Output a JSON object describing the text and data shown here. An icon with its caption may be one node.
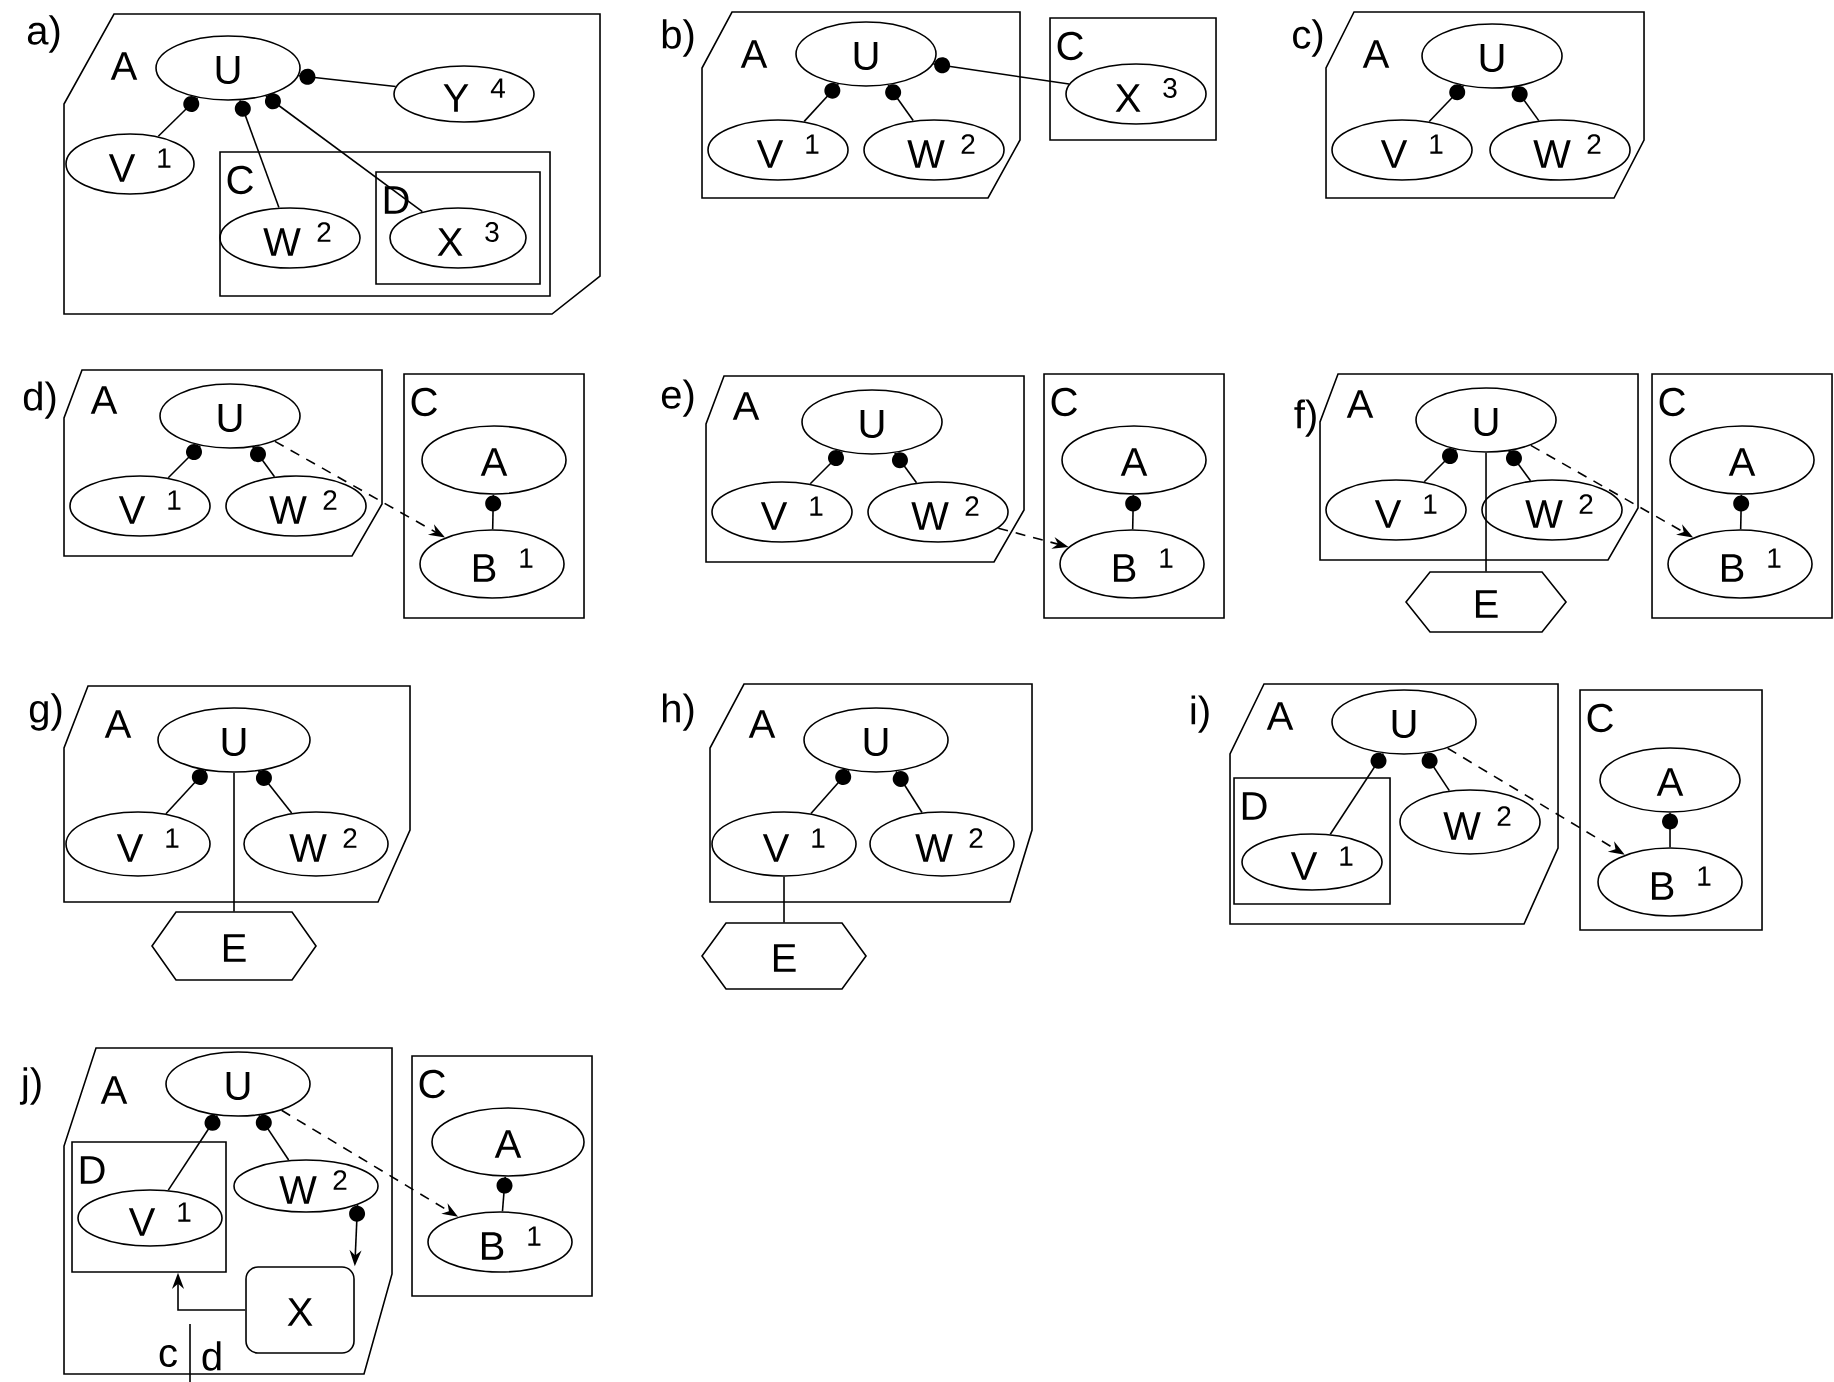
{
  "diagram": {
    "nodes": [
      {
        "text": [
          "A"
        ]
      },
      {
        "text": [
          "U"
        ],
        "in": 0
      },
      {
        "text": [
          "Y",
          "4"
        ],
        "in": 0
      },
      {
        "text": [
          "V",
          "1"
        ],
        "in": 0
      },
      {
        "text": [
          "C"
        ],
        "in": 0
      },
      {
        "text": [
          "W",
          "2"
        ],
        "in": 4
      },
      {
        "text": [
          "D"
        ],
        "in": 4
      },
      {
        "text": [
          "X",
          "3"
        ],
        "in": 6
      },
      {
        "text": [
          "A"
        ]
      },
      {
        "text": [
          "U"
        ],
        "in": 8
      },
      {
        "text": [
          "V",
          "1"
        ],
        "in": 8
      },
      {
        "text": [
          "W",
          "2"
        ],
        "in": 8
      },
      {
        "text": [
          "C"
        ]
      },
      {
        "text": [
          "X",
          "3"
        ],
        "in": 12
      },
      {
        "text": [
          "A"
        ]
      },
      {
        "text": [
          "U"
        ],
        "in": 14
      },
      {
        "text": [
          "V",
          "1"
        ],
        "in": 14
      },
      {
        "text": [
          "W",
          "2"
        ],
        "in": 14
      },
      {
        "text": [
          "A"
        ]
      },
      {
        "text": [
          "U"
        ],
        "in": 18
      },
      {
        "text": [
          "V",
          "1"
        ],
        "in": 18
      },
      {
        "text": [
          "W",
          "2"
        ],
        "in": 18
      },
      {
        "text": [
          "C"
        ]
      },
      {
        "text": [
          "A"
        ],
        "in": 22
      },
      {
        "text": [
          "B",
          "1"
        ],
        "in": 22
      },
      {
        "text": [
          "A"
        ]
      },
      {
        "text": [
          "U"
        ],
        "in": 25
      },
      {
        "text": [
          "V",
          "1"
        ],
        "in": 25
      },
      {
        "text": [
          "W",
          "2"
        ],
        "in": 25
      },
      {
        "text": [
          "C"
        ]
      },
      {
        "text": [
          "A"
        ],
        "in": 29
      },
      {
        "text": [
          "B",
          "1"
        ],
        "in": 29
      },
      {
        "text": [
          "A"
        ]
      },
      {
        "text": [
          "U"
        ],
        "in": 32
      },
      {
        "text": [
          "V",
          "1"
        ],
        "in": 32
      },
      {
        "text": [
          "W",
          "2"
        ],
        "in": 32
      },
      {
        "text": [
          "E"
        ]
      },
      {
        "text": [
          "C"
        ]
      },
      {
        "text": [
          "A"
        ],
        "in": 37
      },
      {
        "text": [
          "B",
          "1"
        ],
        "in": 37
      },
      {
        "text": [
          "A"
        ]
      },
      {
        "text": [
          "U"
        ],
        "in": 40
      },
      {
        "text": [
          "V",
          "1"
        ],
        "in": 40
      },
      {
        "text": [
          "W",
          "2"
        ],
        "in": 40
      },
      {
        "text": [
          "E"
        ]
      },
      {
        "text": [
          "A"
        ]
      },
      {
        "text": [
          "U"
        ],
        "in": 45
      },
      {
        "text": [
          "V",
          "1"
        ],
        "in": 45
      },
      {
        "text": [
          "W",
          "2"
        ],
        "in": 45
      },
      {
        "text": [
          "E"
        ]
      },
      {
        "text": [
          "A"
        ]
      },
      {
        "text": [
          "U"
        ],
        "in": 50
      },
      {
        "text": [
          "D"
        ],
        "in": 50
      },
      {
        "text": [
          "V",
          "1"
        ],
        "in": 52
      },
      {
        "text": [
          "W",
          "2"
        ],
        "in": 50
      },
      {
        "text": [
          "C"
        ]
      },
      {
        "text": [
          "A"
        ],
        "in": 55
      },
      {
        "text": [
          "B",
          "1"
        ],
        "in": 55
      },
      {
        "text": [
          "A"
        ]
      },
      {
        "text": [
          "U"
        ],
        "in": 58
      },
      {
        "text": [
          "D"
        ],
        "in": 58
      },
      {
        "text": [
          "V",
          "1"
        ],
        "in": 60
      },
      {
        "text": [
          "W",
          "2"
        ],
        "in": 58
      },
      {
        "text": [
          "X"
        ],
        "in": 58
      },
      {
        "text": [
          "C"
        ]
      },
      {
        "text": [
          "A"
        ],
        "in": 64
      },
      {
        "text": [
          "B",
          "1"
        ],
        "in": 64
      }
    ],
    "edges": [
      {
        "from": 1,
        "to": 3,
        "arrow": "other"
      },
      {
        "from": 1,
        "to": 5,
        "arrow": "other"
      },
      {
        "from": 1,
        "to": 7,
        "arrow": "other"
      },
      {
        "from": 1,
        "to": 2,
        "arrow": "other"
      },
      {
        "from": 9,
        "to": 10,
        "arrow": "other"
      },
      {
        "from": 9,
        "to": 11,
        "arrow": "other"
      },
      {
        "from": 9,
        "to": 13,
        "arrow": "other"
      },
      {
        "from": 15,
        "to": 16,
        "arrow": "other"
      },
      {
        "from": 15,
        "to": 17,
        "arrow": "other"
      },
      {
        "from": 19,
        "to": 20,
        "arrow": "other"
      },
      {
        "from": 19,
        "to": 21,
        "arrow": "other"
      },
      {
        "from": 23,
        "to": 24,
        "arrow": "other"
      },
      {
        "from": 19,
        "to": 24,
        "arrow": "to",
        "style": "dashed"
      },
      {
        "from": 26,
        "to": 27,
        "arrow": "other"
      },
      {
        "from": 26,
        "to": 28,
        "arrow": "other"
      },
      {
        "from": 30,
        "to": 31,
        "arrow": "other"
      },
      {
        "from": 28,
        "to": 31,
        "arrow": "to",
        "style": "dashed"
      },
      {
        "from": 33,
        "to": 34,
        "arrow": "other"
      },
      {
        "from": 33,
        "to": 35,
        "arrow": "other"
      },
      {
        "from": 33,
        "to": 36,
        "arrow": "none"
      },
      {
        "from": 38,
        "to": 39,
        "arrow": "other"
      },
      {
        "from": 33,
        "to": 39,
        "arrow": "to",
        "style": "dashed"
      },
      {
        "from": 41,
        "to": 42,
        "arrow": "other"
      },
      {
        "from": 41,
        "to": 43,
        "arrow": "other"
      },
      {
        "from": 41,
        "to": 44,
        "arrow": "none"
      },
      {
        "from": 46,
        "to": 47,
        "arrow": "other"
      },
      {
        "from": 46,
        "to": 48,
        "arrow": "other"
      },
      {
        "from": 47,
        "to": 49,
        "arrow": "none"
      },
      {
        "from": 51,
        "to": 53,
        "arrow": "other"
      },
      {
        "from": 51,
        "to": 54,
        "arrow": "other"
      },
      {
        "from": 56,
        "to": 57,
        "arrow": "other"
      },
      {
        "from": 51,
        "to": 57,
        "arrow": "to",
        "style": "dashed"
      },
      {
        "from": 59,
        "to": 61,
        "arrow": "other"
      },
      {
        "from": 59,
        "to": 62,
        "arrow": "other"
      },
      {
        "from": 62,
        "to": 63,
        "arrow": "to"
      },
      {
        "from": 63,
        "to": 60,
        "arrow": "to"
      },
      {
        "from": 65,
        "to": 66,
        "arrow": "other"
      },
      {
        "from": 59,
        "to": 66,
        "arrow": "to",
        "style": "dashed"
      }
    ],
    "labels": [
      "a)",
      "b)",
      "c)",
      "d)",
      "e)",
      "f)",
      "g)",
      "h)",
      "i)",
      "j)",
      "c",
      "d"
    ]
  }
}
